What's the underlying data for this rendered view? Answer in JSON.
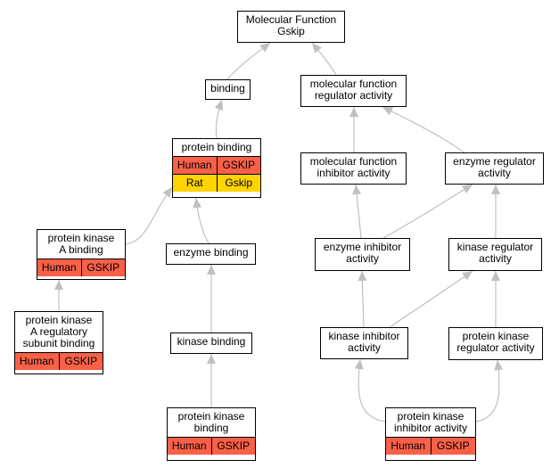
{
  "colors": {
    "edge": "#c0c0c0",
    "human": "#f96048",
    "rat": "#ffd400",
    "node_border": "#000000",
    "background": "#ffffff"
  },
  "nodes": [
    {
      "id": "root",
      "label": "Molecular Function\nGskip",
      "annotations": []
    },
    {
      "id": "binding",
      "label": "binding",
      "annotations": []
    },
    {
      "id": "mfra",
      "label": "molecular function\nregulator activity",
      "annotations": []
    },
    {
      "id": "protein_binding",
      "label": "protein binding",
      "annotations": [
        {
          "species": "Human",
          "gene": "GSKIP"
        },
        {
          "species": "Rat",
          "gene": "Gskip"
        }
      ]
    },
    {
      "id": "mfia",
      "label": "molecular function\ninhibitor activity",
      "annotations": []
    },
    {
      "id": "era",
      "label": "enzyme regulator\nactivity",
      "annotations": []
    },
    {
      "id": "pka_binding",
      "label": "protein kinase\nA binding",
      "annotations": [
        {
          "species": "Human",
          "gene": "GSKIP"
        }
      ]
    },
    {
      "id": "enzyme_binding",
      "label": "enzyme binding",
      "annotations": []
    },
    {
      "id": "eia",
      "label": "enzyme inhibitor\nactivity",
      "annotations": []
    },
    {
      "id": "kra",
      "label": "kinase regulator\nactivity",
      "annotations": []
    },
    {
      "id": "pka_reg",
      "label": "protein kinase\nA regulatory\nsubunit binding",
      "annotations": [
        {
          "species": "Human",
          "gene": "GSKIP"
        }
      ]
    },
    {
      "id": "kinase_binding",
      "label": "kinase binding",
      "annotations": []
    },
    {
      "id": "kia",
      "label": "kinase inhibitor\nactivity",
      "annotations": []
    },
    {
      "id": "pkra",
      "label": "protein kinase\nregulator activity",
      "annotations": []
    },
    {
      "id": "pk_binding",
      "label": "protein kinase\nbinding",
      "annotations": [
        {
          "species": "Human",
          "gene": "GSKIP"
        }
      ]
    },
    {
      "id": "pkia",
      "label": "protein kinase\ninhibitor activity",
      "annotations": [
        {
          "species": "Human",
          "gene": "GSKIP"
        }
      ]
    }
  ],
  "edges": [
    {
      "from": "binding",
      "to": "root"
    },
    {
      "from": "mfra",
      "to": "root"
    },
    {
      "from": "protein_binding",
      "to": "binding"
    },
    {
      "from": "mfia",
      "to": "mfra"
    },
    {
      "from": "era",
      "to": "mfra"
    },
    {
      "from": "pka_binding",
      "to": "protein_binding"
    },
    {
      "from": "enzyme_binding",
      "to": "protein_binding"
    },
    {
      "from": "eia",
      "to": "mfia"
    },
    {
      "from": "eia",
      "to": "era"
    },
    {
      "from": "kra",
      "to": "era"
    },
    {
      "from": "pka_reg",
      "to": "pka_binding"
    },
    {
      "from": "kinase_binding",
      "to": "enzyme_binding"
    },
    {
      "from": "kia",
      "to": "eia"
    },
    {
      "from": "kia",
      "to": "kra"
    },
    {
      "from": "pkra",
      "to": "kra"
    },
    {
      "from": "pk_binding",
      "to": "kinase_binding"
    },
    {
      "from": "pkia",
      "to": "kia"
    },
    {
      "from": "pkia",
      "to": "pkra"
    }
  ]
}
